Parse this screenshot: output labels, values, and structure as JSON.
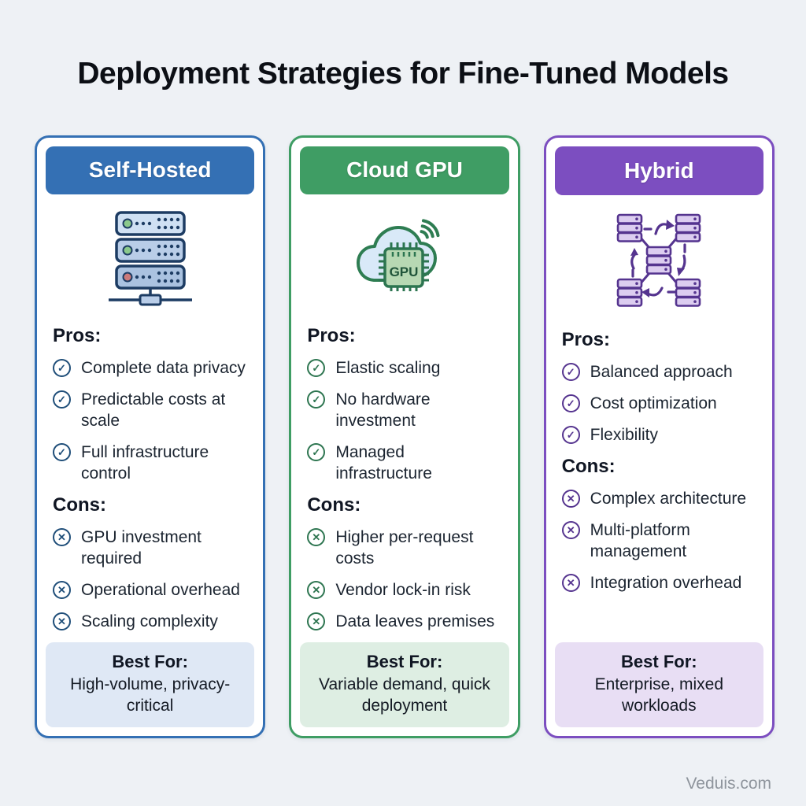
{
  "page": {
    "title": "Deployment Strategies for Fine-Tuned Models",
    "watermark": "Veduis.com",
    "background_color": "#eef1f5"
  },
  "labels": {
    "pros": "Pros:",
    "cons": "Cons:",
    "best_for": "Best For:"
  },
  "icons": {
    "check_glyph": "✓",
    "cross_glyph": "✕",
    "gpu_chip_label": "GPU"
  },
  "cards": [
    {
      "title": "Self-Hosted",
      "icon": "server-rack-icon",
      "accent": "#3470b4",
      "accent_dark": "#1f4e79",
      "tint": "#dfe8f5",
      "pros": [
        "Complete data privacy",
        "Predictable costs at scale",
        "Full infrastructure control"
      ],
      "cons": [
        "GPU investment required",
        "Operational overhead",
        "Scaling complexity"
      ],
      "best_for": "High-volume, privacy-critical"
    },
    {
      "title": "Cloud GPU",
      "icon": "cloud-gpu-icon",
      "accent": "#3f9d64",
      "accent_dark": "#2d7550",
      "tint": "#deeee3",
      "pros": [
        "Elastic scaling",
        "No hardware investment",
        "Managed infrastructure"
      ],
      "cons": [
        "Higher per-request costs",
        "Vendor lock-in risk",
        "Data leaves premises"
      ],
      "best_for": "Variable demand, quick deployment"
    },
    {
      "title": "Hybrid",
      "icon": "hybrid-network-icon",
      "accent": "#7c4ec0",
      "accent_dark": "#55348f",
      "tint": "#e8def4",
      "pros": [
        "Balanced approach",
        "Cost optimization",
        "Flexibility"
      ],
      "cons": [
        "Complex architecture",
        "Multi-platform management",
        "Integration overhead"
      ],
      "best_for": "Enterprise, mixed workloads"
    }
  ]
}
